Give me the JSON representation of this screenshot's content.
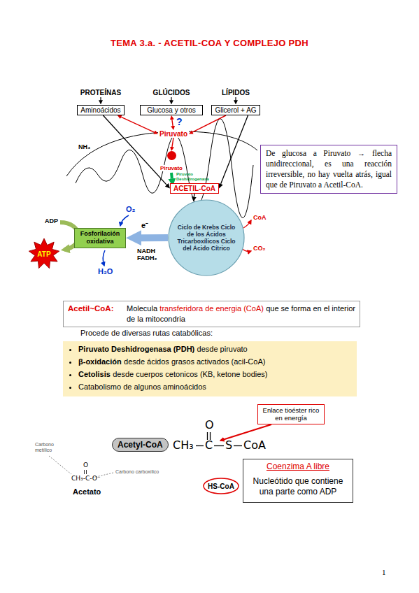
{
  "diagram": {
    "title": "TEMA 3.a. - ACETIL-COA Y COMPLEJO PDH",
    "nodes": [
      {
        "text": [
          "PROTEÍNAS",
          "Aminoácidos"
        ]
      },
      {
        "text": [
          "GLÚCIDOS",
          "Glucosa y otros"
        ]
      },
      {
        "text": [
          "LÍPIDOS",
          "Glicerol + AG"
        ]
      },
      {
        "text": [
          "Piruvato"
        ]
      },
      {
        "text": [
          "Piruvato"
        ]
      },
      {
        "text": [
          "ACETIL-CoA"
        ]
      },
      {
        "text": [
          "Ciclo de Krebs Ciclo de los Ácidos Tricarboxílicos Ciclo del Ácido Cítrico"
        ]
      },
      {
        "text": [
          "Fosforilación oxidativa"
        ]
      },
      {
        "text": [
          "ATP"
        ]
      },
      {
        "text": [
          "De glucosa a Piruvato → flecha unidireccional, es una reacción irreversible, no hay vuelta atrás, igual que de Piruvato a Acetil-CoA."
        ]
      },
      {
        "text": [
          "Acetil~CoA:",
          "Molecula",
          "transferidora de energia (CoA)",
          "que se forma en el interior de la mitocondria"
        ]
      },
      {
        "text": [
          "Piruvato Deshidrogenasa (PDH)",
          "desde piruvato",
          "β-oxidación",
          "desde ácidos grasos activados (acil-CoA)",
          "Cetolisis",
          "desde cuerpos cetonicos (KB, ketone bodies)",
          "Catabolismo de algunos aminoácidos"
        ]
      },
      {
        "text": [
          "Enlace tioéster rico en energía"
        ]
      },
      {
        "text": [
          "Acetyl-CoA"
        ]
      },
      {
        "text": [
          "Coenzima A libre",
          "Nucleótido que contiene una parte como ADP"
        ]
      },
      {
        "text": [
          "HS-CoA"
        ]
      }
    ],
    "edges": [
      {
        "from": 0,
        "to": 3,
        "arrow": "both"
      },
      {
        "from": 1,
        "to": 3,
        "arrow": "both"
      },
      {
        "from": 2,
        "to": 3,
        "arrow": "to"
      },
      {
        "from": 3,
        "to": 4,
        "arrow": "to"
      },
      {
        "from": 4,
        "to": 5,
        "arrow": "to"
      },
      {
        "from": 0,
        "to": 5,
        "arrow": "to"
      },
      {
        "from": 2,
        "to": 5,
        "arrow": "to"
      },
      {
        "from": 5,
        "to": 6,
        "arrow": "to"
      },
      {
        "from": 6,
        "to": 7,
        "arrow": "to"
      }
    ],
    "labels": [
      "?",
      "NH₃",
      "Piruvato Deshidrogenasa",
      "CoA",
      "CO₂",
      "e⁻",
      "NADH",
      "FADH₂",
      "ADP",
      "O₂",
      "H₂O",
      "Procede de diversas rutas catabólicas:",
      "CH₃",
      "C",
      "S",
      "CoA",
      "O",
      "Carbono metílico",
      "Carbono carboxílico",
      "O",
      "CH₃-C-O⁻",
      "Acetato",
      "1"
    ]
  }
}
